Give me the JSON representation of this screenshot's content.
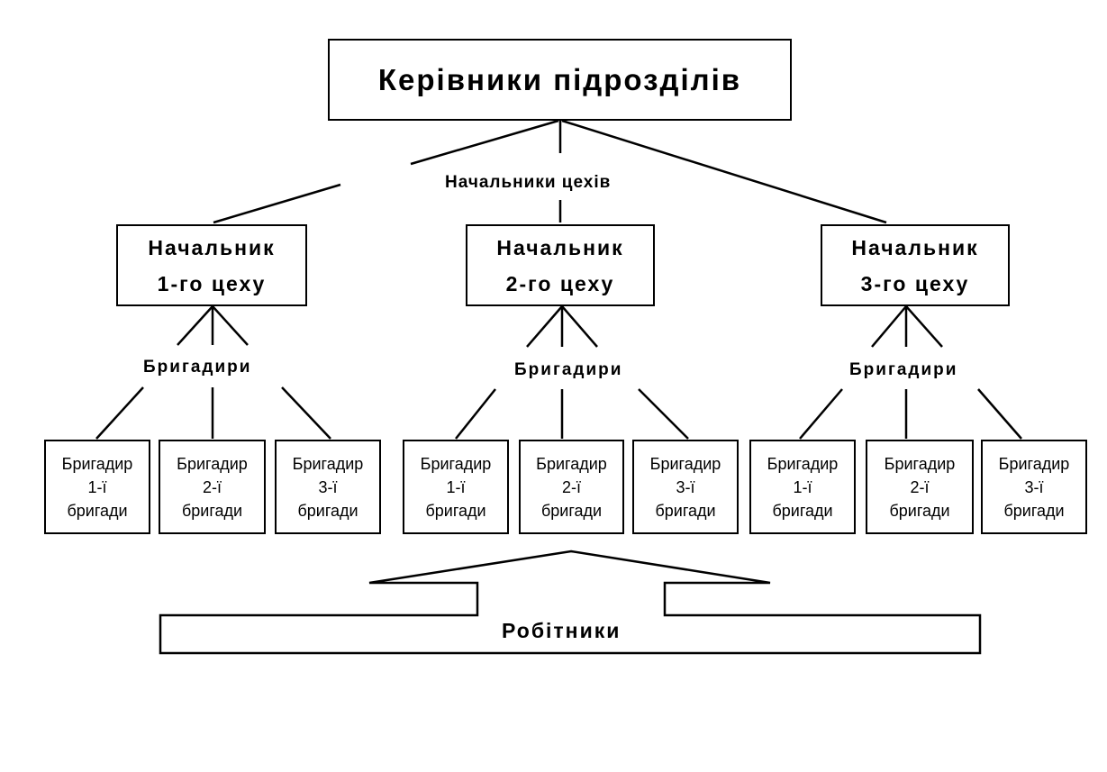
{
  "top": {
    "title": "Керівники підрозділів"
  },
  "shops_label": "Начальники цехів",
  "shops": [
    {
      "line1": "Начальник",
      "line2": "1-го цеху",
      "brigadiers_label": "Бригадири",
      "brigades": [
        {
          "line1": "Бригадир",
          "line2": "1-ї",
          "line3": "бригади"
        },
        {
          "line1": "Бригадир",
          "line2": "2-ї",
          "line3": "бригади"
        },
        {
          "line1": "Бригадир",
          "line2": "3-ї",
          "line3": "бригади"
        }
      ]
    },
    {
      "line1": "Начальник",
      "line2": "2-го цеху",
      "brigadiers_label": "Бригадири",
      "brigades": [
        {
          "line1": "Бригадир",
          "line2": "1-ї",
          "line3": "бригади"
        },
        {
          "line1": "Бригадир",
          "line2": "2-ї",
          "line3": "бригади"
        },
        {
          "line1": "Бригадир",
          "line2": "3-ї",
          "line3": "бригади"
        }
      ]
    },
    {
      "line1": "Начальник",
      "line2": "3-го цеху",
      "brigadiers_label": "Бригадири",
      "brigades": [
        {
          "line1": "Бригадир",
          "line2": "1-ї",
          "line3": "бригади"
        },
        {
          "line1": "Бригадир",
          "line2": "2-ї",
          "line3": "бригади"
        },
        {
          "line1": "Бригадир",
          "line2": "3-ї",
          "line3": "бригади"
        }
      ]
    }
  ],
  "workers": {
    "label": "Робітники"
  }
}
